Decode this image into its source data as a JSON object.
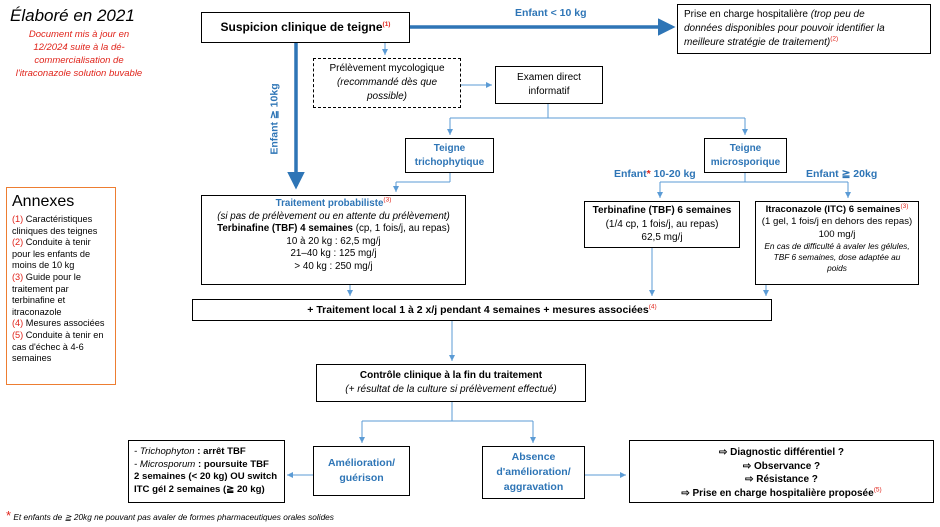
{
  "header": {
    "title": "Élaboré en 2021",
    "update_note": [
      "Document mis à jour en",
      "12/2024 suite à la dé-",
      "commercialisation de",
      "l'itraconazole solution buvable"
    ]
  },
  "annexes": {
    "title": "Annexes",
    "items": [
      {
        "num": "(1)",
        "text": "Caractéristiques cliniques des teignes"
      },
      {
        "num": "(2)",
        "text": "Conduite à tenir pour les enfants de moins de 10 kg"
      },
      {
        "num": "(3)",
        "text": "Guide pour le traitement par terbinafine et itraconazole"
      },
      {
        "num": "(4)",
        "text": "Mesures associées"
      },
      {
        "num": "(5)",
        "text": "Conduite à tenir en cas d'échec à 4-6 semaines"
      }
    ]
  },
  "nodes": {
    "suspicion": {
      "text": "Suspicion clinique de teigne",
      "ref": "(1)"
    },
    "hospital_top": {
      "line1": "Prise en charge hospitalière",
      "line1_it": " (trop peu de",
      "line2": "données disponibles pour pouvoir identifier la",
      "line3": "meilleure stratégie de traitement)",
      "ref": "(2)"
    },
    "prelevement": {
      "line1": "Prélèvement mycologique",
      "line2": "(recommandé dès que",
      "line3": "possible)"
    },
    "examen": {
      "line1": "Examen direct",
      "line2": "informatif"
    },
    "tricho": {
      "line1": "Teigne",
      "line2": "trichophytique"
    },
    "micro": {
      "line1": "Teigne",
      "line2": "microsporique"
    },
    "probabiliste": {
      "title": "Traitement probabiliste",
      "ref": "(3)",
      "subtitle": "(si pas de prélèvement ou en attente du prélèvement)",
      "drug": "Terbinafine (TBF) 4 semaines",
      "drug_detail": " (cp, 1 fois/j, au repas)",
      "doses": [
        "10 à 20 kg : 62,5 mg/j",
        "21–40 kg : 125 mg/j",
        "> 40 kg : 250 mg/j"
      ]
    },
    "tbf6": {
      "title": "Terbinafine (TBF) 6 semaines",
      "line1": "(1/4 cp, 1 fois/j, au repas)",
      "line2": "62,5 mg/j"
    },
    "itc6": {
      "title": "Itraconazole (ITC) 6 semaines",
      "ref": "(3)",
      "line1": "(1 gel, 1 fois/j en dehors des repas)",
      "line2": "100 mg/j",
      "note": [
        "En cas de difficulté à avaler les gélules,",
        "TBF 6 semaines, dose adaptée au",
        "poids"
      ]
    },
    "local": {
      "text": "+ Traitement local 1 à 2 x/j pendant 4 semaines + mesures associées",
      "ref": "(4)"
    },
    "controle": {
      "line1": "Contrôle clinique à la fin du traitement",
      "line2": "(+ résultat de la culture si prélèvement effectué)"
    },
    "amelioration": {
      "line1": "Amélioration/",
      "line2": "guérison"
    },
    "absence": {
      "line1": "Absence",
      "line2": "d'amélioration/",
      "line3": "aggravation"
    },
    "tricho_result": {
      "l1a": "- Trichophyton",
      "l1b": " : arrêt TBF",
      "l2a": "- Microsporum",
      "l2b": " : poursuite TBF",
      "l3": "2 semaines (< 20 kg) OU switch",
      "l4": "ITC gél 2 semaines (≧ 20 kg)"
    },
    "failure": {
      "l1": "⇨ Diagnostic différentiel ?",
      "l2": "⇨ Observance ?",
      "l3": "⇨ Résistance ?",
      "l4": "⇨ Prise en charge hospitalière proposée",
      "ref": "(5)"
    }
  },
  "edge_labels": {
    "child_lt10": "Enfant < 10 kg",
    "child_ge10": "Enfant ≧ 10kg",
    "child_10_20": "Enfant",
    "child_10_20_star": "*",
    "child_10_20_rest": " 10-20 kg",
    "child_ge20": "Enfant ≧ 20kg"
  },
  "footnote": {
    "star": "*",
    "text": " Et enfants de ≧ 20kg ne pouvant pas avaler de formes pharmaceutiques orales solides"
  },
  "colors": {
    "accent": "#2e75b6",
    "red": "#e0241b",
    "annex_border": "#ed7d31"
  }
}
